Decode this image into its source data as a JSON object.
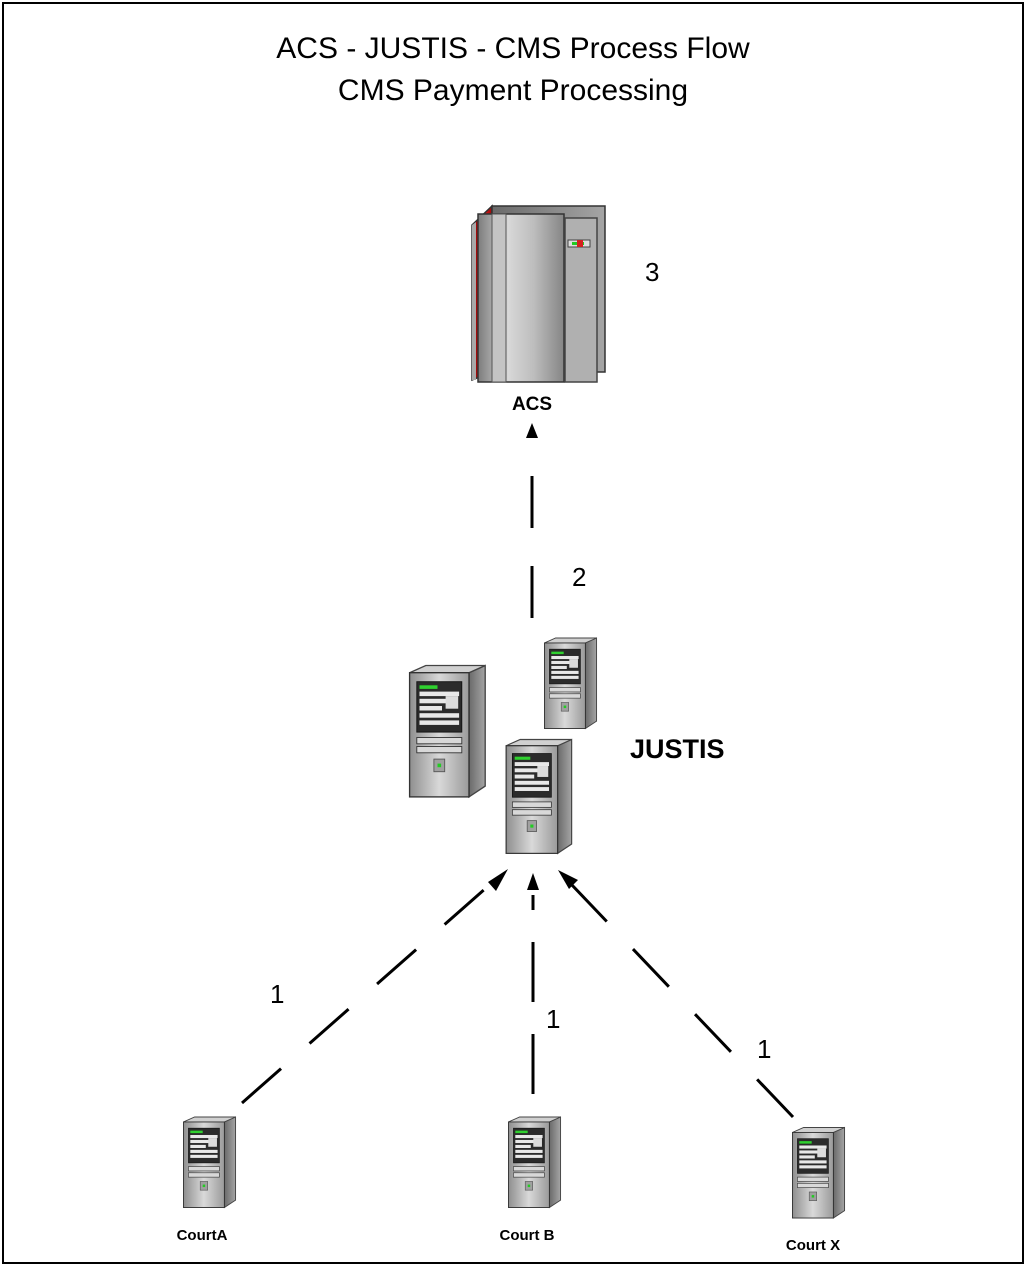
{
  "title": "ACS - JUSTIS - CMS Process Flow",
  "subtitle": "CMS Payment Processing",
  "nodes": {
    "acs": {
      "label": "ACS",
      "step": "3"
    },
    "justis": {
      "label": "JUSTIS",
      "step": "2"
    },
    "court_a": {
      "label": "CourtA",
      "step": "1"
    },
    "court_b": {
      "label": "Court B",
      "step": "1"
    },
    "court_x": {
      "label": "Court X",
      "step": "1"
    }
  },
  "colors": {
    "mainframe_accent": "#cc1111",
    "server_body": "#b4b4b4",
    "line": "#000000",
    "led": "#22cc22"
  }
}
